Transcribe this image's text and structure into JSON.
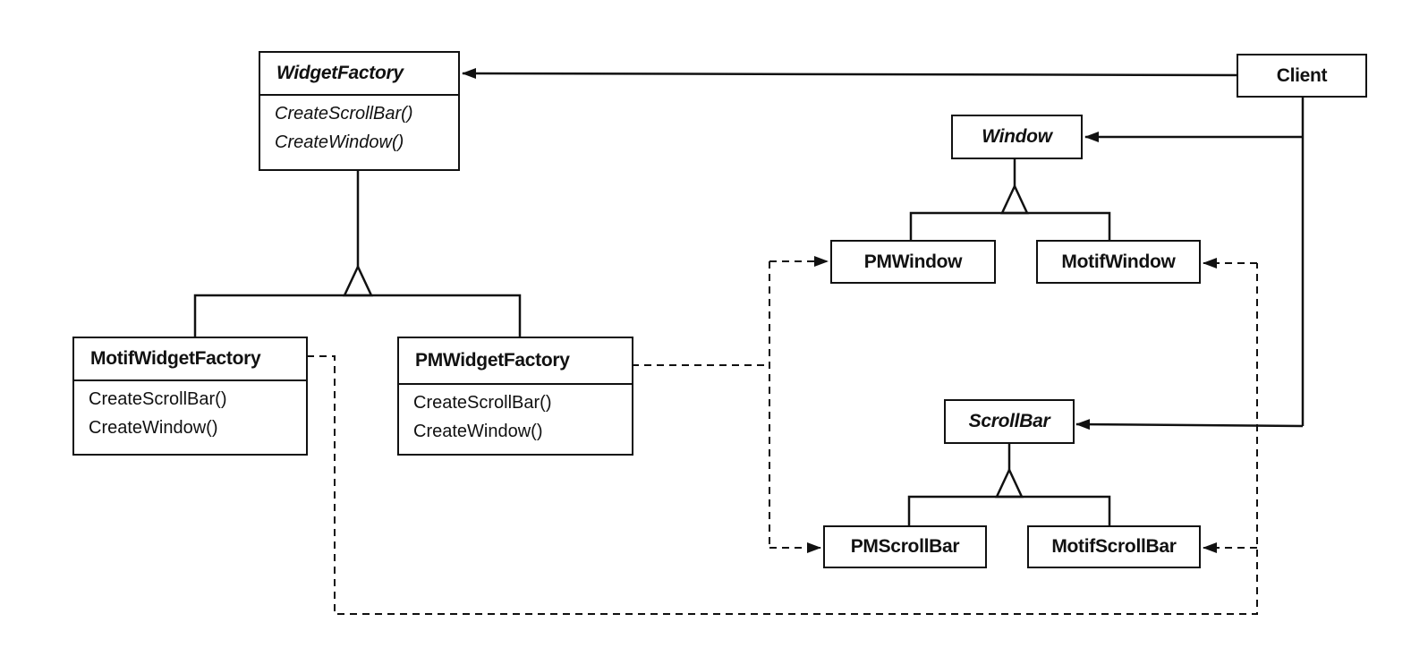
{
  "diagram": {
    "classes": {
      "widget_factory": {
        "name": "WidgetFactory",
        "abstract": true,
        "operations": [
          "CreateScrollBar()",
          "CreateWindow()"
        ]
      },
      "motif_widget_factory": {
        "name": "MotifWidgetFactory",
        "abstract": false,
        "operations": [
          "CreateScrollBar()",
          "CreateWindow()"
        ]
      },
      "pm_widget_factory": {
        "name": "PMWidgetFactory",
        "abstract": false,
        "operations": [
          "CreateScrollBar()",
          "CreateWindow()"
        ]
      },
      "client": {
        "name": "Client",
        "abstract": false
      },
      "window": {
        "name": "Window",
        "abstract": true
      },
      "pm_window": {
        "name": "PMWindow",
        "abstract": false
      },
      "motif_window": {
        "name": "MotifWindow",
        "abstract": false
      },
      "scroll_bar": {
        "name": "ScrollBar",
        "abstract": true
      },
      "pm_scroll_bar": {
        "name": "PMScrollBar",
        "abstract": false
      },
      "motif_scroll_bar": {
        "name": "MotifScrollBar",
        "abstract": false
      }
    },
    "relations": [
      {
        "type": "association",
        "from": "Client",
        "to": "WidgetFactory"
      },
      {
        "type": "association",
        "from": "Client",
        "to": "Window"
      },
      {
        "type": "association",
        "from": "Client",
        "to": "ScrollBar"
      },
      {
        "type": "inheritance",
        "parent": "WidgetFactory",
        "children": [
          "MotifWidgetFactory",
          "PMWidgetFactory"
        ]
      },
      {
        "type": "inheritance",
        "parent": "Window",
        "children": [
          "PMWindow",
          "MotifWindow"
        ]
      },
      {
        "type": "inheritance",
        "parent": "ScrollBar",
        "children": [
          "PMScrollBar",
          "MotifScrollBar"
        ]
      },
      {
        "type": "instantiates",
        "from": "PMWidgetFactory",
        "to": [
          "PMWindow",
          "PMScrollBar"
        ]
      },
      {
        "type": "instantiates",
        "from": "MotifWidgetFactory",
        "to": [
          "MotifWindow",
          "MotifScrollBar"
        ]
      }
    ],
    "colors": {
      "line": "#111111",
      "background": "#ffffff"
    }
  }
}
